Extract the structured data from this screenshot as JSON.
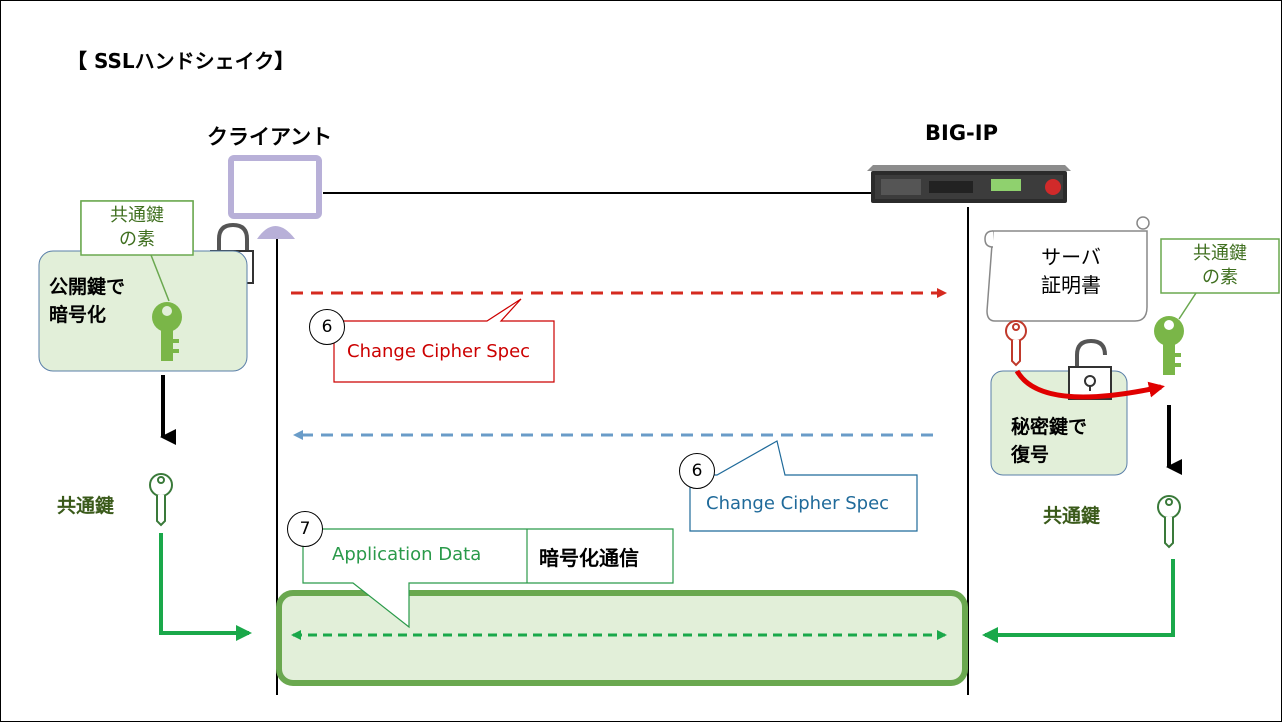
{
  "title": "【 SSLハンドシェイク】",
  "client": {
    "label": "クライアント"
  },
  "server": {
    "label": "BIG-IP"
  },
  "client_side": {
    "note_line1": "共通鍵",
    "note_line2": "の素",
    "box_line1": "公開鍵で",
    "box_line2": "暗号化",
    "key_label": "共通鍵"
  },
  "server_side": {
    "cert_line1": "サーバ",
    "cert_line2": "証明書",
    "note_line1": "共通鍵",
    "note_line2": "の素",
    "box_line1": "秘密鍵で",
    "box_line2": "復号",
    "key_label": "共通鍵"
  },
  "messages": [
    {
      "step": "6",
      "label": "Change Cipher Spec",
      "direction": "client-to-server",
      "color": "#cc0000"
    },
    {
      "step": "6",
      "label": "Change Cipher Spec",
      "direction": "server-to-client",
      "color": "#1f6a9a"
    },
    {
      "step": "7",
      "label": "Application Data",
      "direction": "bidirectional",
      "color": "#2a9a4a",
      "tag": "暗号化通信"
    }
  ],
  "colors": {
    "red_arrow": "#d52a1f",
    "blue_arrow": "#6a9cc8",
    "green_arrow": "#1aa84a",
    "green_box_fill": "#e2efd9",
    "green_box_stroke": "#6aa84f",
    "key_green": "#7ab648"
  }
}
